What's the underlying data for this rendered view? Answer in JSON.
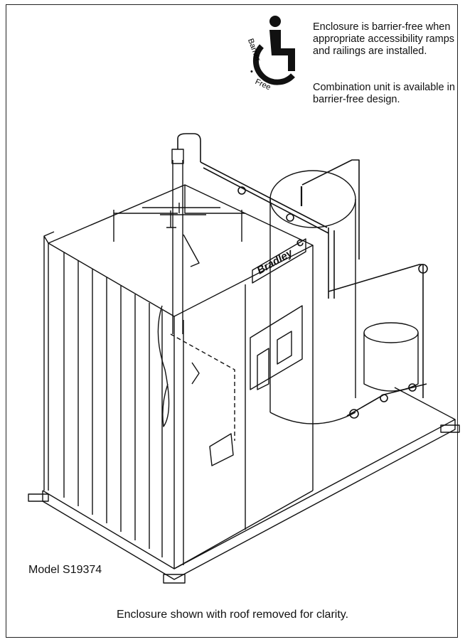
{
  "badge": {
    "icon": "wheelchair-accessibility-icon",
    "text_top": "Barrier",
    "text_dot": "•",
    "text_bottom": "Free"
  },
  "notes": {
    "accessibility": "Enclosure is barrier-free when appropriate accessibility ramps and railings are installed.",
    "combination": "Combination unit is available in barrier-free design."
  },
  "drawing": {
    "brand_label": "Bradley",
    "brand_mark": "C"
  },
  "model_label": "Model S19374",
  "caption": "Enclosure shown with roof removed for clarity."
}
